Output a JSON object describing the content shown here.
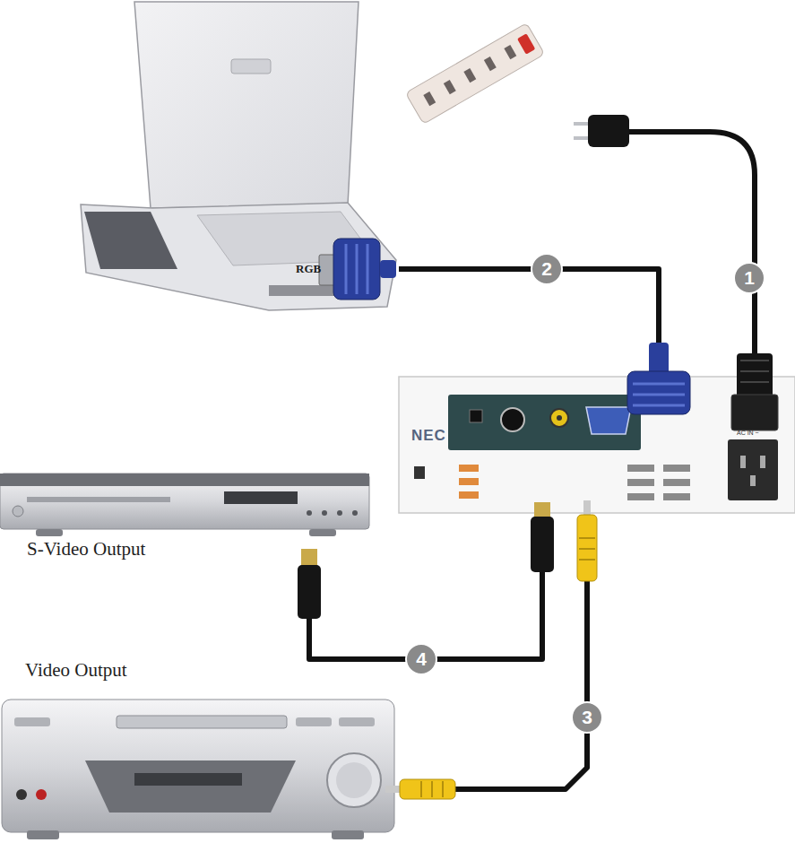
{
  "diagram": {
    "nodes": [
      {
        "text": [
          "RGB"
        ]
      },
      {
        "text": [
          "NEC"
        ]
      },
      {
        "text": [
          "S-Video Output"
        ]
      },
      {
        "text": [
          "Video Output"
        ]
      }
    ],
    "edges": [
      {
        "from": 0,
        "to": 1,
        "label": "2",
        "arrow": "none"
      },
      {
        "from": 3,
        "to": 1,
        "label": "3",
        "arrow": "none"
      },
      {
        "from": 2,
        "to": 1,
        "label": "4",
        "arrow": "none"
      }
    ],
    "labels": [
      "1",
      "AC IN ~"
    ]
  }
}
